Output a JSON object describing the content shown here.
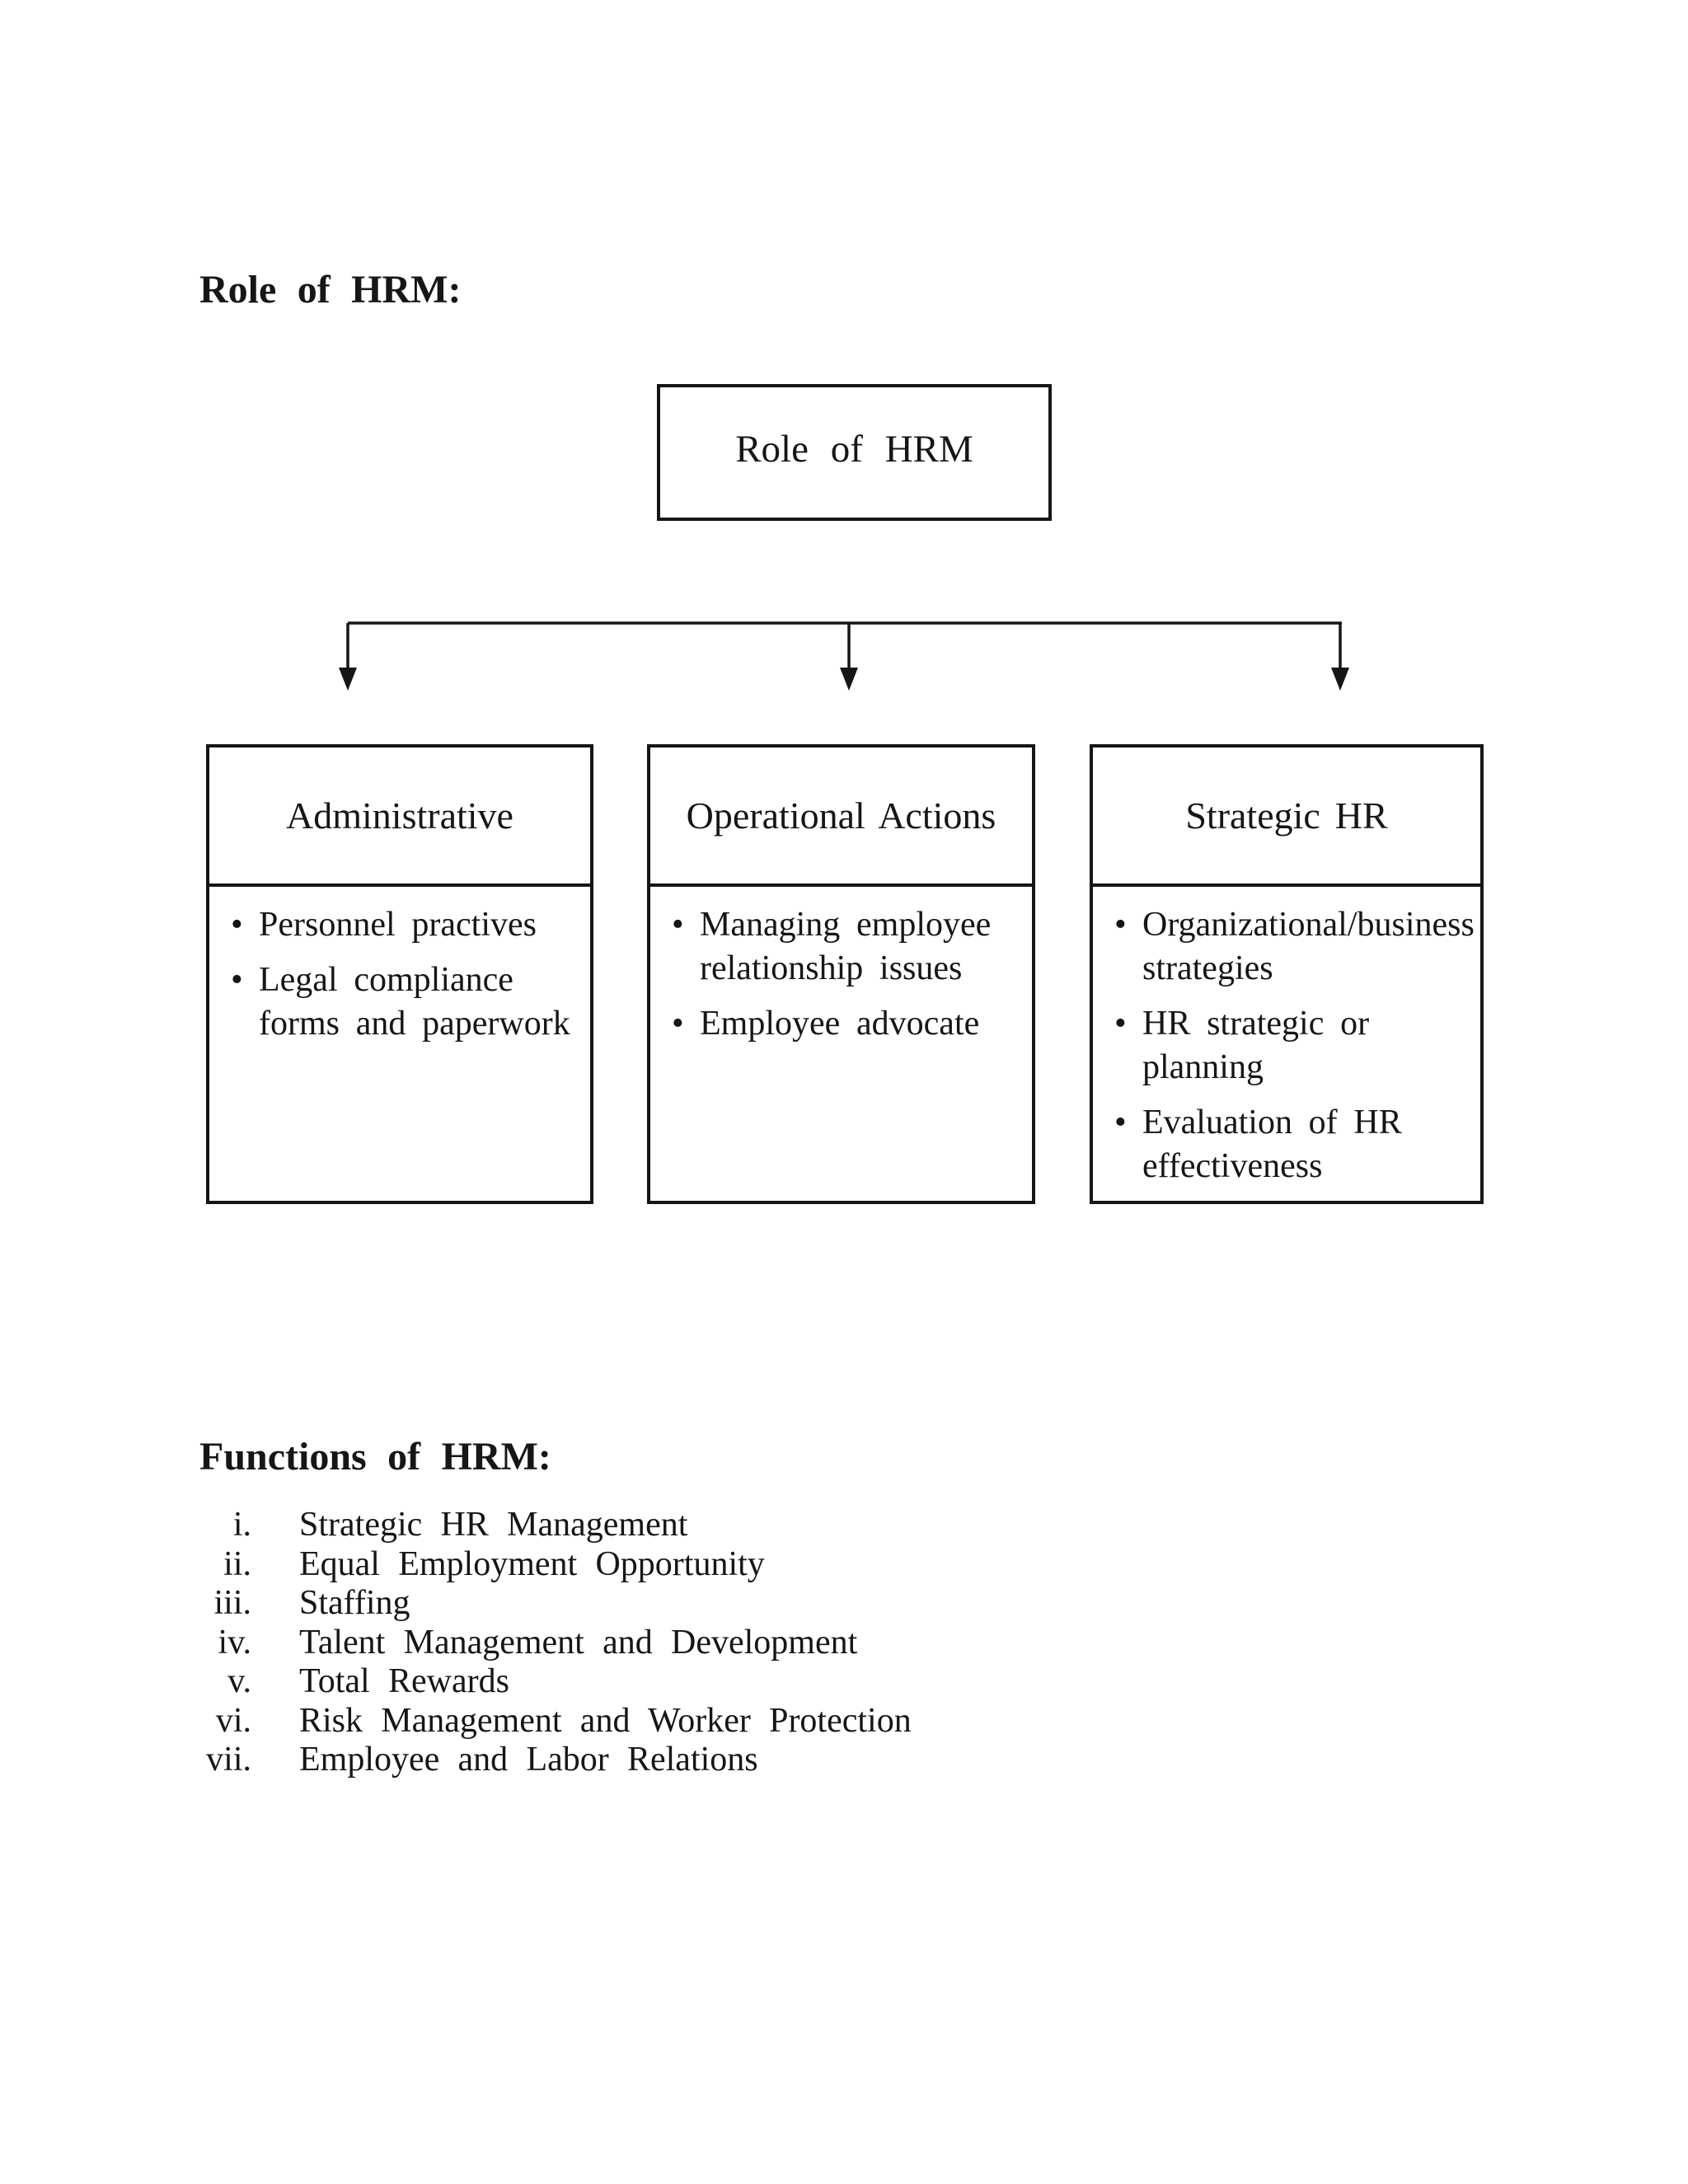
{
  "page": {
    "background_color": "#ffffff",
    "text_color": "#161616",
    "role_section": {
      "title": "Role of HRM:"
    },
    "functions_section": {
      "title": "Functions of HRM:",
      "items": [
        {
          "numeral": "i.",
          "label": "Strategic HR Management"
        },
        {
          "numeral": "ii.",
          "label": "Equal Employment Opportunity"
        },
        {
          "numeral": "iii.",
          "label": "Staffing"
        },
        {
          "numeral": "iv.",
          "label": "Talent Management and Development"
        },
        {
          "numeral": "v.",
          "label": "Total Rewards"
        },
        {
          "numeral": "vi.",
          "label": "Risk Management and Worker Protection"
        },
        {
          "numeral": "vii.",
          "label": "Employee and Labor Relations"
        }
      ]
    }
  },
  "diagram": {
    "root_box": {
      "label": "Role of HRM"
    },
    "line_color": "#161616",
    "branches": [
      {
        "title": "Administrative",
        "bullets": [
          [
            "Personnel practives"
          ],
          [
            "Legal compliance",
            "forms and paperwork"
          ]
        ]
      },
      {
        "title": "Operational Actions",
        "bullets": [
          [
            "Managing employee",
            "relationship issues"
          ],
          [
            "Employee advocate"
          ]
        ]
      },
      {
        "title": "Strategic HR",
        "bullets": [
          [
            "Organizational/business",
            "strategies"
          ],
          [
            "HR strategic or",
            "planning"
          ],
          [
            "Evaluation of HR",
            "effectiveness"
          ]
        ]
      }
    ]
  }
}
